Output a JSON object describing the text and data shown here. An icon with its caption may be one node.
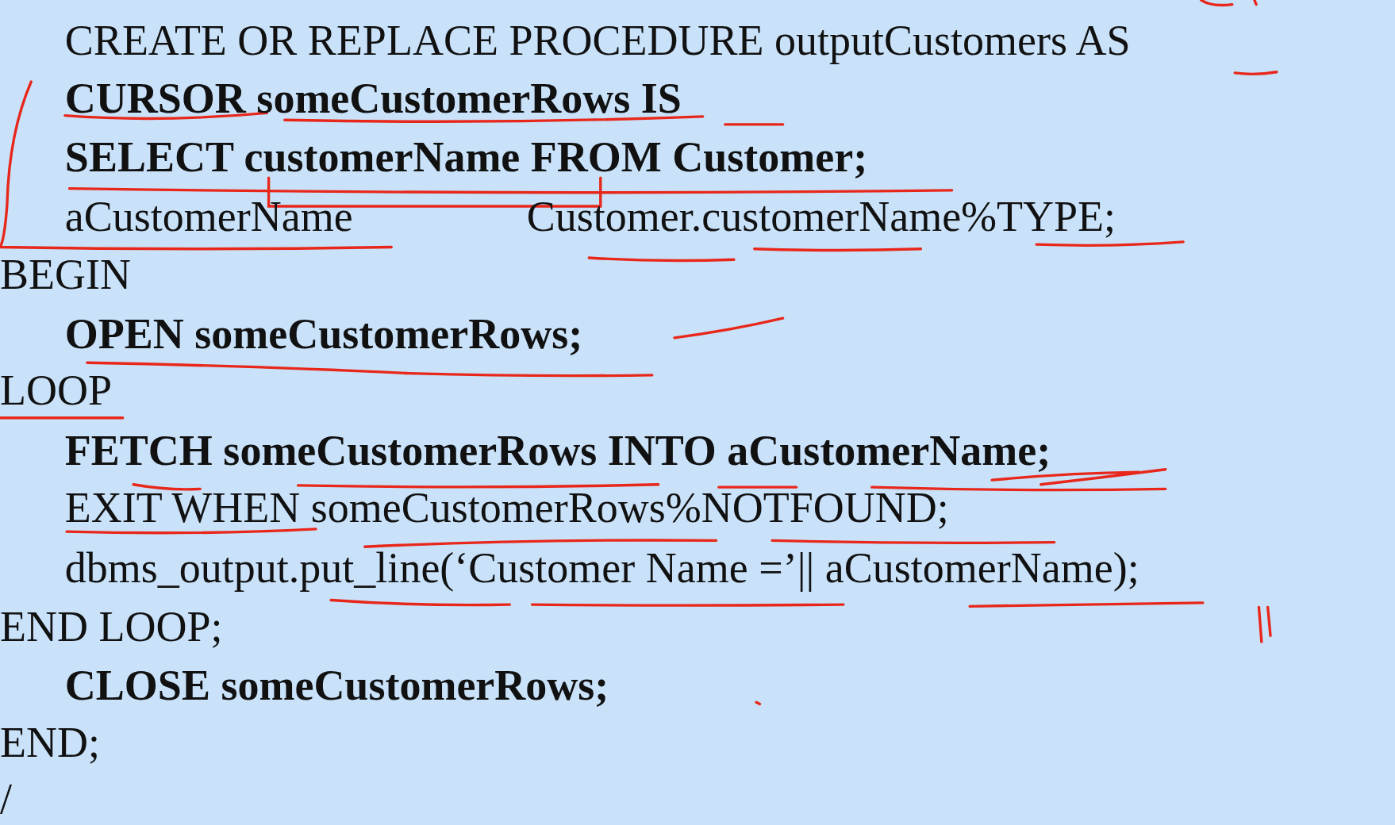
{
  "diagram": {
    "labels": [
      "CREATE OR REPLACE PROCEDURE outputCustomers AS",
      "CURSOR someCustomerRows IS",
      "SELECT customerName FROM Customer;",
      "aCustomerName",
      "Customer.customerName%TYPE;",
      "BEGIN",
      "OPEN someCustomerRows;",
      "LOOP",
      "FETCH someCustomerRows INTO aCustomerName;",
      "EXIT WHEN someCustomerRows%NOTFOUND;",
      "dbms_output.put_line(‘Customer Name =’|| aCustomerName);",
      "END LOOP;",
      "CLOSE someCustomerRows;",
      "END;",
      "/"
    ]
  }
}
